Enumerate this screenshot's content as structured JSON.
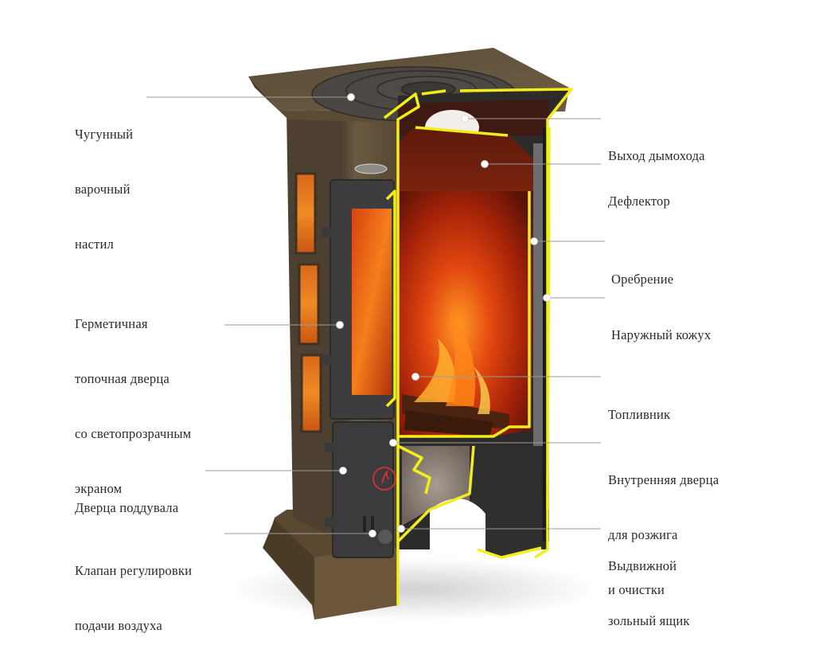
{
  "diagram": {
    "subject": "Cutaway view of a cast-iron wood-burning stove",
    "colors": {
      "background": "#ffffff",
      "body": "#5a4a36",
      "body_light": "#7a6648",
      "cooktop": "#4a463f",
      "door_iron": "#3d3d3f",
      "cut_edge": "#f2ee1c",
      "flame_dark": "#7a1a08",
      "flame_mid": "#d8400e",
      "flame_bright": "#ff9a1e",
      "glass_orange": "#e0781c",
      "leader_line": "#9a9a9a",
      "marker": "#ffffff",
      "text": "#2a2a2a"
    },
    "labels_left": [
      {
        "id": "cooktop",
        "lines": [
          "Чугунный",
          "варочный",
          "настил"
        ]
      },
      {
        "id": "fire-door",
        "lines": [
          "Герметичная",
          "топочная дверца",
          "со светопрозрачным",
          "экраном"
        ]
      },
      {
        "id": "ash-door",
        "lines": [
          "Дверца поддувала"
        ]
      },
      {
        "id": "air-valve",
        "lines": [
          "Клапан регулировки",
          "подачи воздуха"
        ]
      }
    ],
    "labels_right": [
      {
        "id": "flue-outlet",
        "lines": [
          "Выход дымохода"
        ]
      },
      {
        "id": "deflector",
        "lines": [
          "Дефлектор"
        ]
      },
      {
        "id": "fins",
        "lines": [
          "Оребрение"
        ]
      },
      {
        "id": "outer-casing",
        "lines": [
          "Наружный кожух"
        ]
      },
      {
        "id": "firebox",
        "lines": [
          "Топливник"
        ]
      },
      {
        "id": "inner-door",
        "lines": [
          "Внутренняя дверца",
          "для розжига",
          "и очистки"
        ]
      },
      {
        "id": "ash-drawer",
        "lines": [
          "Выдвижной",
          "зольный ящик"
        ]
      }
    ]
  }
}
